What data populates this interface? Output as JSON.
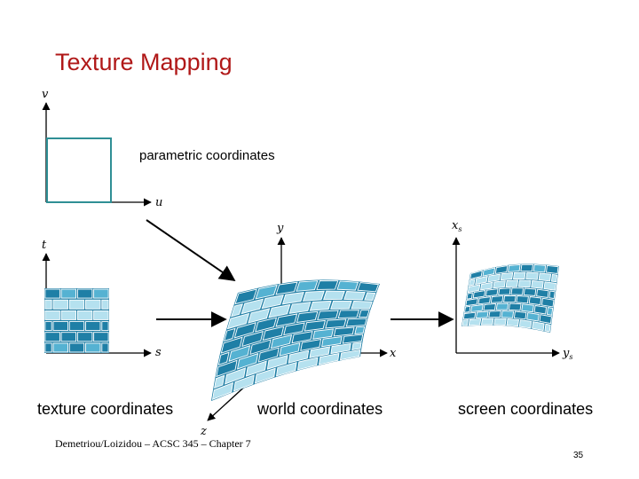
{
  "slide": {
    "title": "Texture Mapping",
    "footer": "Demetriou/Loizidou – ACSC 345 – Chapter 7",
    "page_number": "35"
  },
  "diagram": {
    "parametric_label": "parametric coordinates",
    "texture_label": "texture coordinates",
    "world_label": "world coordinates",
    "screen_label": "screen coordinates",
    "axes": {
      "parametric": {
        "horizontal": "u",
        "vertical": "v"
      },
      "texture": {
        "horizontal": "s",
        "vertical": "t"
      },
      "world": {
        "x": "x",
        "y": "y",
        "z": "z"
      },
      "screen": {
        "horizontal": "y",
        "horizontal_sub": "s",
        "vertical": "x",
        "vertical_sub": "s"
      }
    }
  },
  "colors": {
    "title": "#b01818",
    "square_outline": "#2f8f95",
    "brick_dark": "#1f7fa6",
    "brick_light": "#b5e1ef",
    "brick_mid": "#55b2d2",
    "mortar": "#ffffff"
  }
}
